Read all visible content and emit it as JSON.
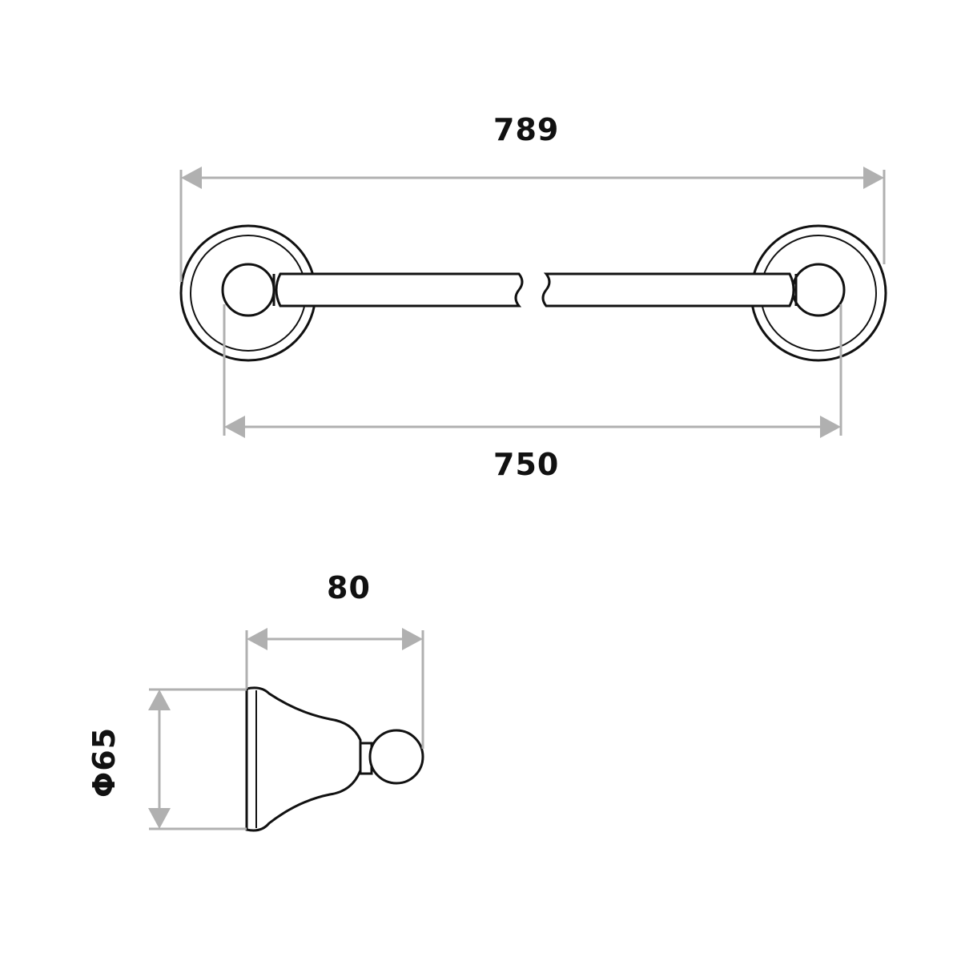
{
  "dimensions": {
    "overall_length": "789",
    "bracket_centres": "750",
    "projection": "80",
    "backplate_diameter": "Φ65"
  },
  "colors": {
    "line": "#111111",
    "dimension": "#b0b0b0",
    "background": "#ffffff"
  }
}
